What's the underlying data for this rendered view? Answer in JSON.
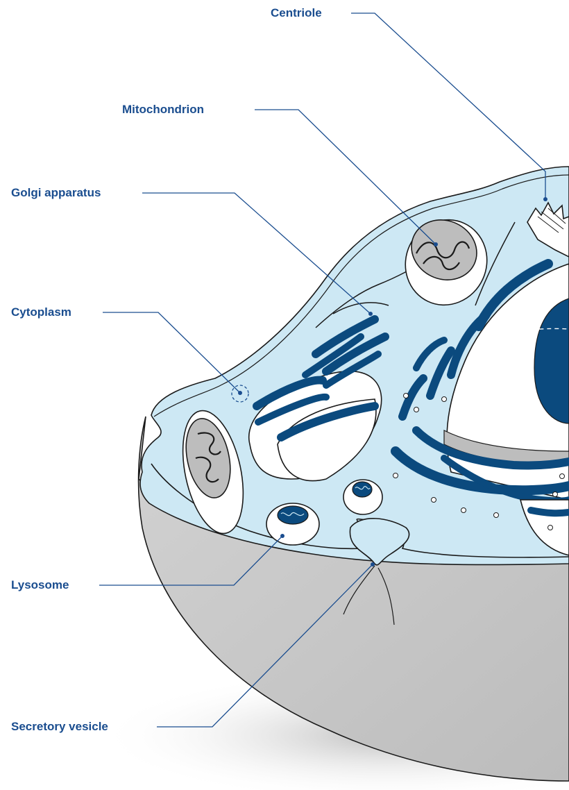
{
  "labels": {
    "centriole": "Centriole",
    "mitochondrion": "Mitochondrion",
    "golgi": "Golgi apparatus",
    "cytoplasm": "Cytoplasm",
    "lysosome": "Lysosome",
    "secretory_vesicle": "Secretory vesicle"
  },
  "colors": {
    "label_blue": "#1a4d8f",
    "organelle_blue": "#0b4a7e",
    "cytoplasm": "#cde8f4",
    "shell_grey": "#c9c9c9",
    "inner_grey": "#bdbdbd"
  }
}
